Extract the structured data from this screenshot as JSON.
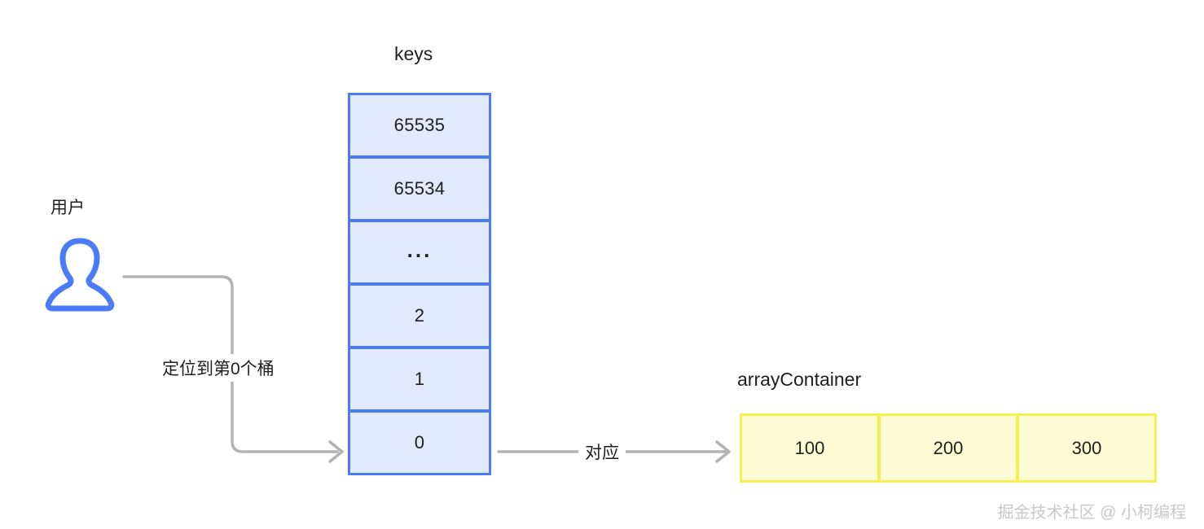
{
  "diagram": {
    "title_keys": "keys",
    "title_array": "arrayContainer",
    "user": {
      "label": "用户",
      "icon": "user-silhouette-icon"
    },
    "keys_cells": [
      {
        "value": "65535"
      },
      {
        "value": "65534"
      },
      {
        "value": "..."
      },
      {
        "value": "2"
      },
      {
        "value": "1"
      },
      {
        "value": "0"
      }
    ],
    "array_cells": [
      {
        "value": "100"
      },
      {
        "value": "200"
      },
      {
        "value": "300"
      }
    ],
    "connectors": [
      {
        "name": "user-to-bucket-zero",
        "label": "定位到第0个桶"
      },
      {
        "name": "bucket-zero-to-array",
        "label": "对应"
      }
    ],
    "edge_labels": {
      "locate": "定位到第0个桶",
      "correspond": "对应"
    },
    "colors": {
      "keys_fill": "#e2e9fd",
      "keys_border": "#4a7cf7",
      "array_fill": "#fdfcd4",
      "array_border": "#f7ef52",
      "connector": "#b3b3b3",
      "user_icon": "#4a7cf7",
      "text": "#1f1f1f",
      "watermark": "#c9c9c9",
      "background": "#ffffff"
    }
  },
  "watermark": {
    "text": "掘金技术社区 @ 小柯编程"
  }
}
